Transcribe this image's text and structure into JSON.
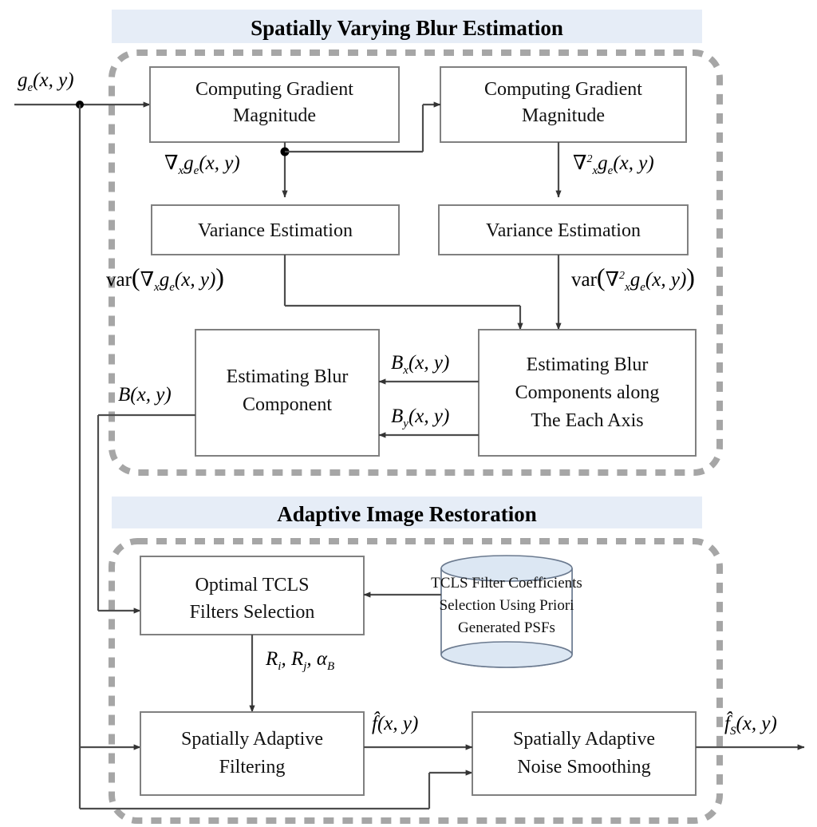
{
  "figure": {
    "title": "Spatially Varying Blur Estimation and Adaptive Image Restoration block diagram",
    "background_color": "#ffffff",
    "banner_fill": "#e6edf7",
    "dashed_color": "#a6a6a6",
    "box_stroke": "#808080",
    "line_color": "#4d4d4d",
    "db_fill": "#e8eef7"
  },
  "banners": [
    {
      "id": "banner-blur",
      "label": "Spatially Varying Blur Estimation"
    },
    {
      "id": "banner-restoration",
      "label": "Adaptive Image Restoration"
    }
  ],
  "boxes": [
    {
      "id": "computing-gradient-magnitude-1",
      "lines": [
        "Computing Gradient",
        "Magnitude"
      ]
    },
    {
      "id": "computing-gradient-magnitude-2",
      "lines": [
        "Computing Gradient",
        "Magnitude"
      ]
    },
    {
      "id": "variance-estimation-1",
      "lines": [
        "Variance Estimation"
      ]
    },
    {
      "id": "variance-estimation-2",
      "lines": [
        "Variance Estimation"
      ]
    },
    {
      "id": "estimating-blur-component",
      "lines": [
        "Estimating Blur",
        "Component"
      ]
    },
    {
      "id": "estimating-blur-components-axis",
      "lines": [
        "Estimating Blur",
        "Components along",
        "The Each Axis"
      ]
    },
    {
      "id": "optimal-tcls-filters-selection",
      "lines": [
        "Optimal TCLS",
        "Filters Selection"
      ]
    },
    {
      "id": "spatially-adaptive-filtering",
      "lines": [
        "Spatially Adaptive",
        "Filtering"
      ]
    },
    {
      "id": "spatially-adaptive-noise-smoothing",
      "lines": [
        "Spatially Adaptive",
        "Noise Smoothing"
      ]
    }
  ],
  "database": {
    "id": "tcls-filter-coefficients-db",
    "lines": [
      "TCLS Filter Coefficients",
      "Selection Using Priori",
      "Generated PSFs"
    ]
  },
  "signals": {
    "input": "g_e(x, y)",
    "grad_x": "∇_x g_e(x, y)",
    "grad_x2": "∇²_x g_e(x, y)",
    "var_grad_x": "var(∇_x g_e(x, y))",
    "var_grad_x2": "var(∇²_x g_e(x, y))",
    "blur_x": "B_x(x, y)",
    "blur_y": "B_y(x, y)",
    "blur": "B(x, y)",
    "filter_params": "R_i, R_j, α_B",
    "f_hat": "f̂(x, y)",
    "f_hat_s": "f̂_S(x, y)"
  }
}
